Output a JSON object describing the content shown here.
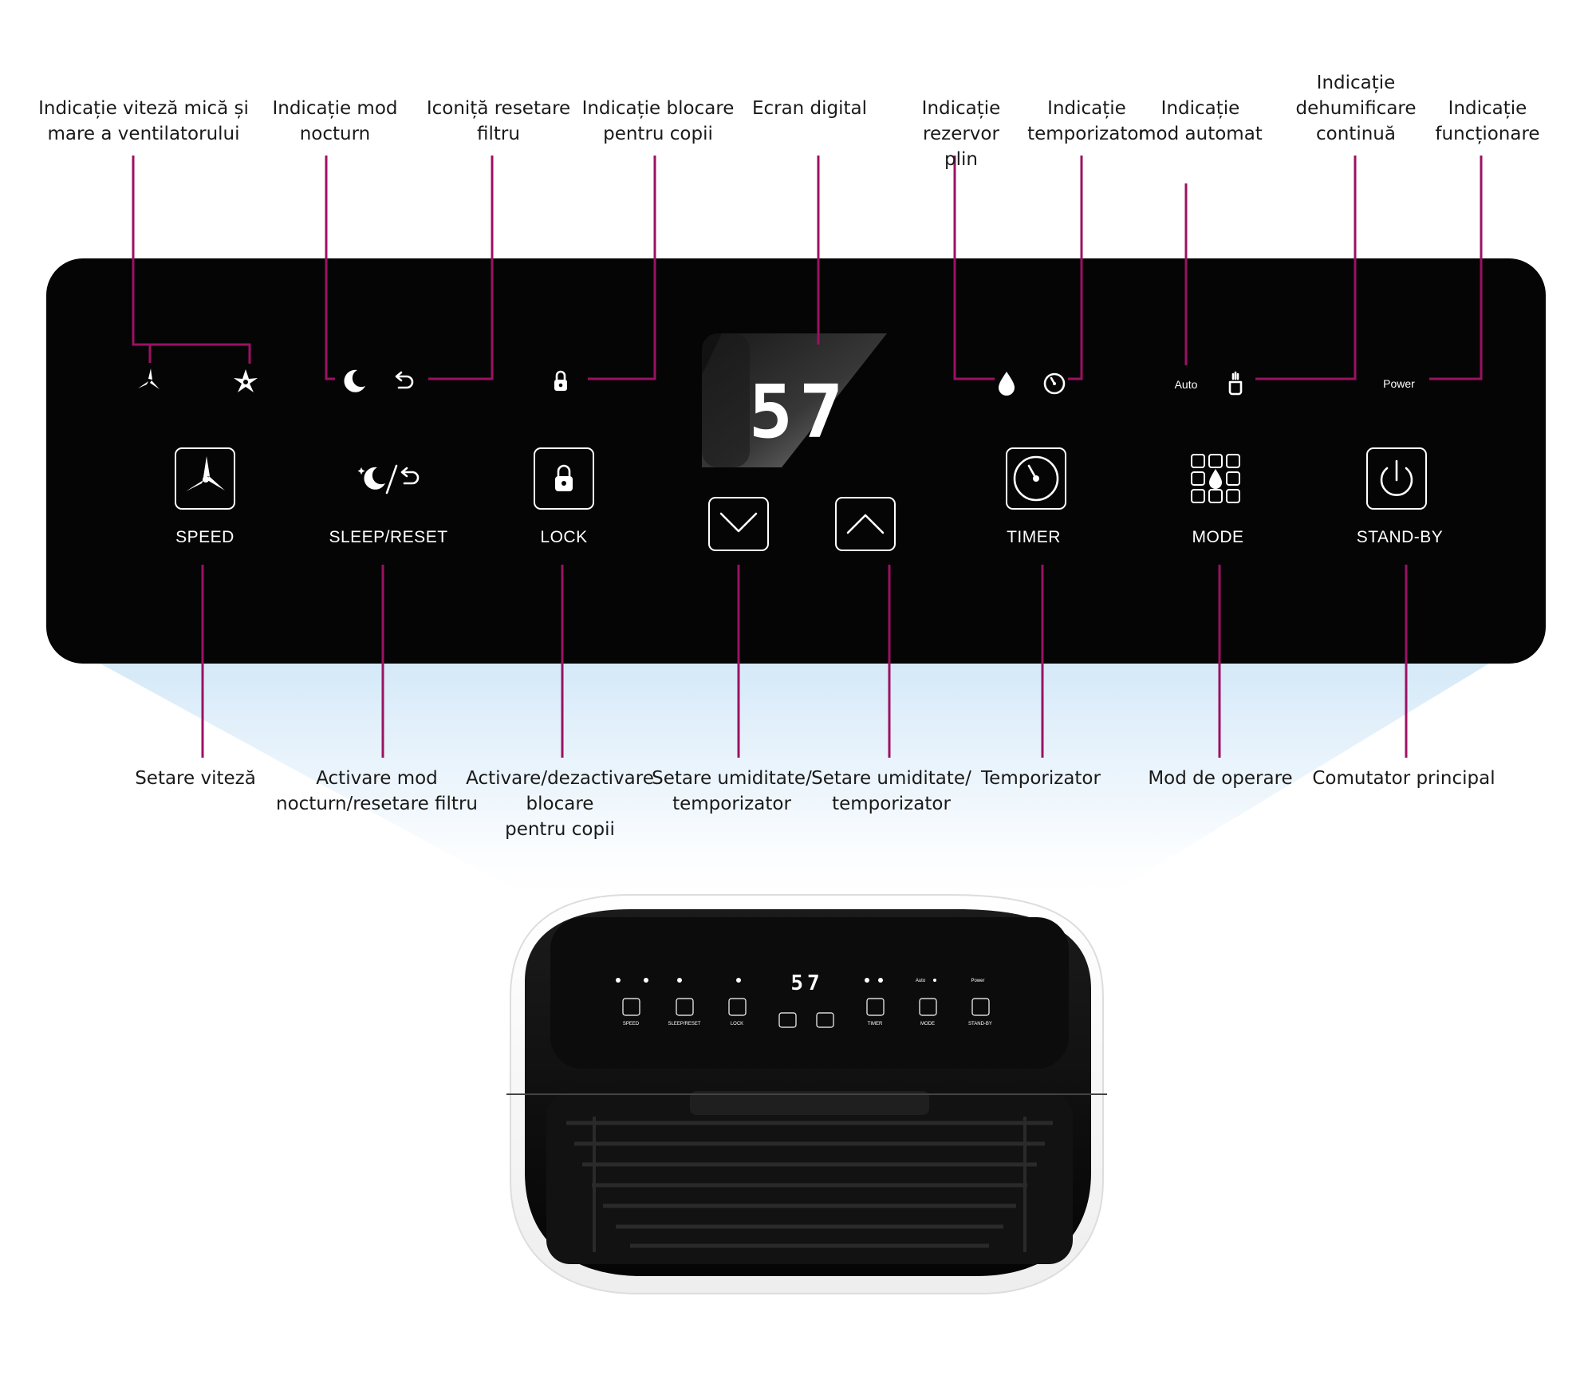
{
  "top_callouts": [
    {
      "id": "fan-speed-indicator",
      "text": "Indicație viteză mică și\nmare a ventilatorului"
    },
    {
      "id": "sleep-indicator",
      "text": "Indicație mod\nnocturn"
    },
    {
      "id": "filter-reset-icon",
      "text": "Iconiță resetare\nfiltru"
    },
    {
      "id": "child-lock-indicator",
      "text": "Indicație blocare\npentru copii"
    },
    {
      "id": "digital-screen",
      "text": "Ecran digital"
    },
    {
      "id": "tank-full-indicator",
      "text": "Indicație rezervor\nplin"
    },
    {
      "id": "timer-indicator",
      "text": "Indicație\ntemporizator"
    },
    {
      "id": "auto-mode-indicator",
      "text": "Indicație\nmod automat"
    },
    {
      "id": "continuous-indicator",
      "text": "Indicație\ndehumificare\ncontinuă"
    },
    {
      "id": "power-indicator",
      "text": "Indicație\nfuncționare"
    }
  ],
  "bottom_callouts": [
    {
      "id": "speed-setting",
      "text": "Setare viteză"
    },
    {
      "id": "sleep-reset-activation",
      "text": "Activare mod\nnocturn/resetare filtru"
    },
    {
      "id": "lock-toggle",
      "text": "Activare/dezactivare\nblocare\npentru copii"
    },
    {
      "id": "humidity-timer-down",
      "text": "Setare umiditate/\ntemporizator"
    },
    {
      "id": "humidity-timer-up",
      "text": "Setare umiditate/\ntemporizator"
    },
    {
      "id": "timer-setting",
      "text": "Temporizator"
    },
    {
      "id": "operation-mode",
      "text": "Mod de operare"
    },
    {
      "id": "main-switch",
      "text": "Comutator principal"
    }
  ],
  "panel": {
    "display_value": "57",
    "auto_label": "Auto",
    "power_label": "Power",
    "buttons": {
      "speed": "SPEED",
      "sleep_reset": "SLEEP/RESET",
      "lock": "LOCK",
      "timer": "TIMER",
      "mode": "MODE",
      "standby": "STAND-BY"
    }
  },
  "device": {
    "display_value": "57",
    "auto_label": "Auto",
    "power_label": "Power",
    "buttons": {
      "speed": "SPEED",
      "sleep_reset": "SLEEP/RESET",
      "lock": "LOCK",
      "timer": "TIMER",
      "mode": "MODE",
      "standby": "STAND-BY"
    }
  },
  "colors": {
    "leader_line": "#9c1163",
    "panel_background": "#050505",
    "glow": "#cfe6f7"
  },
  "icons": [
    "fan-low-icon",
    "fan-high-icon",
    "moon-icon",
    "return-arrow-icon",
    "lock-icon",
    "water-drop-icon",
    "timer-icon",
    "cup-icon",
    "mode-grid-icon",
    "power-icon",
    "chevron-down-icon",
    "chevron-up-icon"
  ]
}
